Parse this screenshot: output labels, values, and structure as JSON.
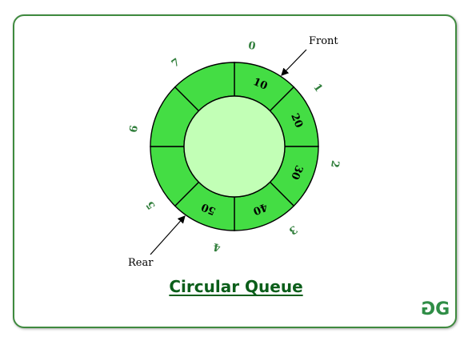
{
  "title": "Circular Queue",
  "front_label": "Front",
  "rear_label": "Rear",
  "logo": "GG",
  "queue": {
    "indices": [
      "0",
      "1",
      "2",
      "3",
      "4",
      "5",
      "6",
      "7"
    ],
    "values": [
      "10",
      "20",
      "30",
      "40",
      "50",
      "",
      "",
      ""
    ]
  },
  "colors": {
    "filled_segment": "#44dd44",
    "inner_circle": "#c2ffb6",
    "index_text": "#2f7d3a",
    "frame": "#3f8a3f",
    "title": "#0b5e1a"
  }
}
